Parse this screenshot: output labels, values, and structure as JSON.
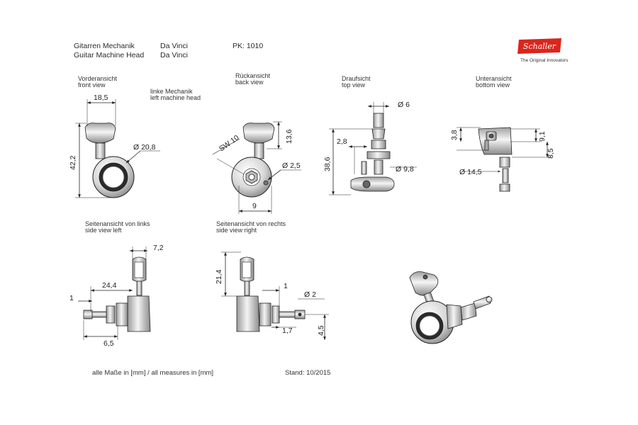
{
  "header": {
    "title_de": "Gitarren Mechanik",
    "title_en": "Guitar Machine Head",
    "model_1": "Da Vinci",
    "model_2": "Da Vinci",
    "part": "PK: 1010"
  },
  "brand": {
    "name": "Schaller",
    "tagline": "The Original Innovators",
    "color": "#d9261c"
  },
  "views": {
    "front": {
      "de": "Vorderansicht",
      "en": "front view"
    },
    "left_head": {
      "de": "linke Mechanik",
      "en": "left machine head"
    },
    "back": {
      "de": "Rückansicht",
      "en": "back view"
    },
    "top": {
      "de": "Draufsicht",
      "en": "top view"
    },
    "bottom": {
      "de": "Unteransicht",
      "en": "bottom view"
    },
    "side_left": {
      "de": "Seitenansicht von links",
      "en": "side view left"
    },
    "side_right": {
      "de": "Seitenansicht von rechts",
      "en": "side view right"
    }
  },
  "dimensions": {
    "front_width": "18,5",
    "front_height": "42,2",
    "front_dia": "Ø 20,8",
    "back_sw": "SW 10",
    "back_height": "13,6",
    "back_dia": "Ø 2,5",
    "back_9": "9",
    "top_dia6": "Ø 6",
    "top_28": "2,8",
    "top_386": "38,6",
    "top_dia98": "Ø 9,8",
    "bottom_38": "3,8",
    "bottom_91": "9,1",
    "bottom_85": "8,5",
    "bottom_dia145": "Ø 14,5",
    "sl_72": "7,2",
    "sl_244": "24,4",
    "sl_1": "1",
    "sl_65": "6,5",
    "sr_214": "21,4",
    "sr_1": "1",
    "sr_dia2": "Ø 2",
    "sr_17": "1,7",
    "sr_45": "4,5"
  },
  "footer": {
    "measures": "alle Maße in [mm] / all measures in [mm]",
    "stand": "Stand: 10/2015"
  }
}
